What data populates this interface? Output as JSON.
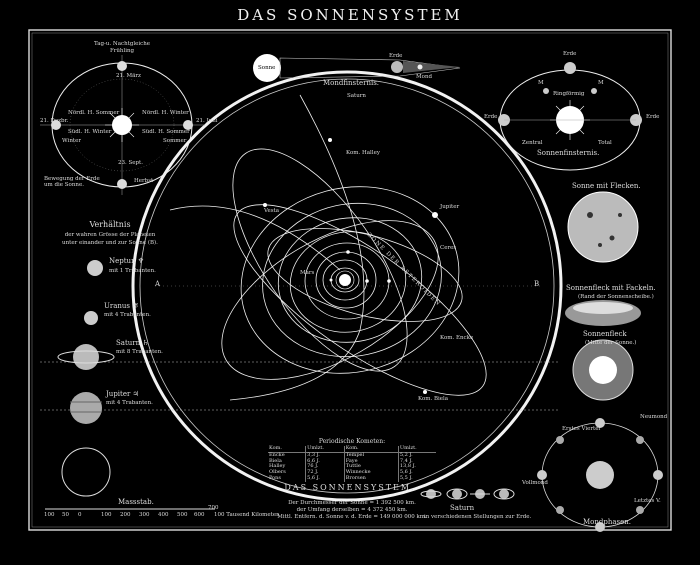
{
  "title": "DAS SONNENSYSTEM",
  "seasons": {
    "top": "Tag-u. Nachtgleiche",
    "top2": "Frühling",
    "date_top": "21. März",
    "date_bottom": "23. Sept.",
    "date_left": "21. Dezbr.",
    "date_right": "21. Juni",
    "n_left": "Nördl. H. Sommer",
    "s_left": "Südl. H. Winter",
    "n_right": "Nördl. H. Winter",
    "s_right": "Südl. H. Sommer",
    "bottom": "Herbst",
    "left_side": "Winter",
    "right_side": "Sommer",
    "caption": "Bewegung der Erde um die Sonne."
  },
  "lunar_eclipse": {
    "sun": "Sonne",
    "earth": "Erde",
    "moon": "Mond",
    "caption": "Mondfinsternis."
  },
  "solar_eclipse": {
    "earth_top": "Erde",
    "m1": "M",
    "m2": "M",
    "ring": "Ringförmig",
    "left": "Erde",
    "right": "Erde",
    "central": "Zentral",
    "total": "Total",
    "caption": "Sonnenfinsternis."
  },
  "sun_spots": {
    "spots": "Sonne mit Flecken.",
    "faculae": "Sonnenfleck mit Fackeln.",
    "faculae_sub": "(Rand der Sonnenscheibe.)",
    "spot": "Sonnenfleck",
    "spot_sub": "(Mitte der Sonne.)"
  },
  "sizes": {
    "heading1": "Verhältnis",
    "heading2": "der wahren Grösse der Planeten",
    "heading3": "unter einander und zur Sonne (B).",
    "neptune": "Neptun ♆",
    "neptune_sub": "mit 1 Trabanten.",
    "uranus": "Uranus ♅",
    "uranus_sub": "mit 4 Trabanten.",
    "saturn": "Saturn ♄",
    "saturn_sub": "mit 8 Trabanten.",
    "jupiter": "Jupiter ♃",
    "jupiter_sub": "mit 4 Trabanten.",
    "scale": "Massstab.",
    "scale_unit": "100 Tausend Kilometer.",
    "scale_ticks": [
      "100",
      "50",
      "0",
      "100",
      "200",
      "300",
      "400",
      "500",
      "600",
      "700"
    ]
  },
  "orbits": {
    "halley": "Kom. Halley",
    "encke": "Kom. Encke",
    "biela": "Kom. Biela",
    "jupiter": "Jupiter",
    "saturn": "Saturn",
    "ceres": "Ceres",
    "vesta": "Vesta",
    "mars": "Mars",
    "zone": "ZONE DER ASTEROIDEN",
    "point_a": "A",
    "point_b": "B"
  },
  "comets": {
    "heading": "Periodische Kometen:",
    "columns": [
      "Kom.",
      "Umlzt.",
      "Kom.",
      "Umlzt."
    ],
    "rows": [
      [
        "Encke",
        "3,3 J.",
        "Tempel",
        "5,2 J."
      ],
      [
        "Biela",
        "6,6 J.",
        "Faye",
        "7,4 J."
      ],
      [
        "Halley",
        "76 J.",
        "Tuttle",
        "13,8 J."
      ],
      [
        "Olbers",
        "72 J.",
        "Winnecke",
        "5,6 J."
      ],
      [
        "Pons",
        "5,6 J.",
        "Brorsen",
        "5,5 J."
      ]
    ],
    "note1": "Der Durchmesser der Sonne = 1 392 500 km.",
    "note2": "der Umfang derselben = 4 372 450 km.",
    "note3": "Mittl. Entfern. d. Sonne v. d. Erde = 149 000 000 km."
  },
  "bottom": {
    "arc": "DAS SONNENSYSTEM.",
    "saturn": "Saturn",
    "saturn_sub": "in verschiedenen Stellungen zur Erde.",
    "moonphases": "Mondphasen.",
    "first_quarter": "Erstes Viertel",
    "full": "Vollmond",
    "new": "Neumond",
    "last": "Letztes V."
  },
  "colors": {
    "background": "#000000",
    "ink": "#e8e8e8"
  }
}
